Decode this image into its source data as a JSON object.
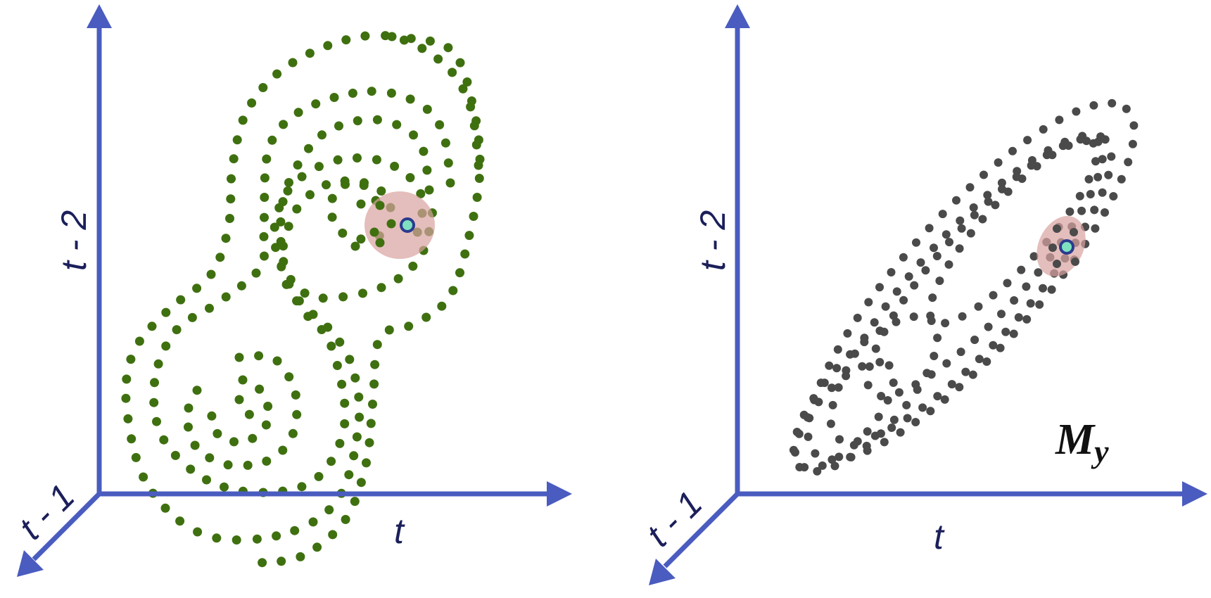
{
  "colors": {
    "axis": "#4a5cbf",
    "left_points": "#3f7010",
    "right_points": "#4a4a4a",
    "neighborhood": "#d9a3a0",
    "target_fill": "#7fe0c0",
    "target_stroke": "#2b3a8f"
  },
  "panels": [
    {
      "name": "attractor-panel",
      "axis_labels": {
        "x": "t",
        "y": "t - 2",
        "z": "t - 1"
      },
      "manifold_label": {
        "main": "",
        "sub": ""
      }
    },
    {
      "name": "shadow-manifold-panel",
      "axis_labels": {
        "x": "t",
        "y": "t - 2",
        "z": "t - 1"
      },
      "manifold_label": {
        "main": "M",
        "sub": "y"
      }
    }
  ]
}
